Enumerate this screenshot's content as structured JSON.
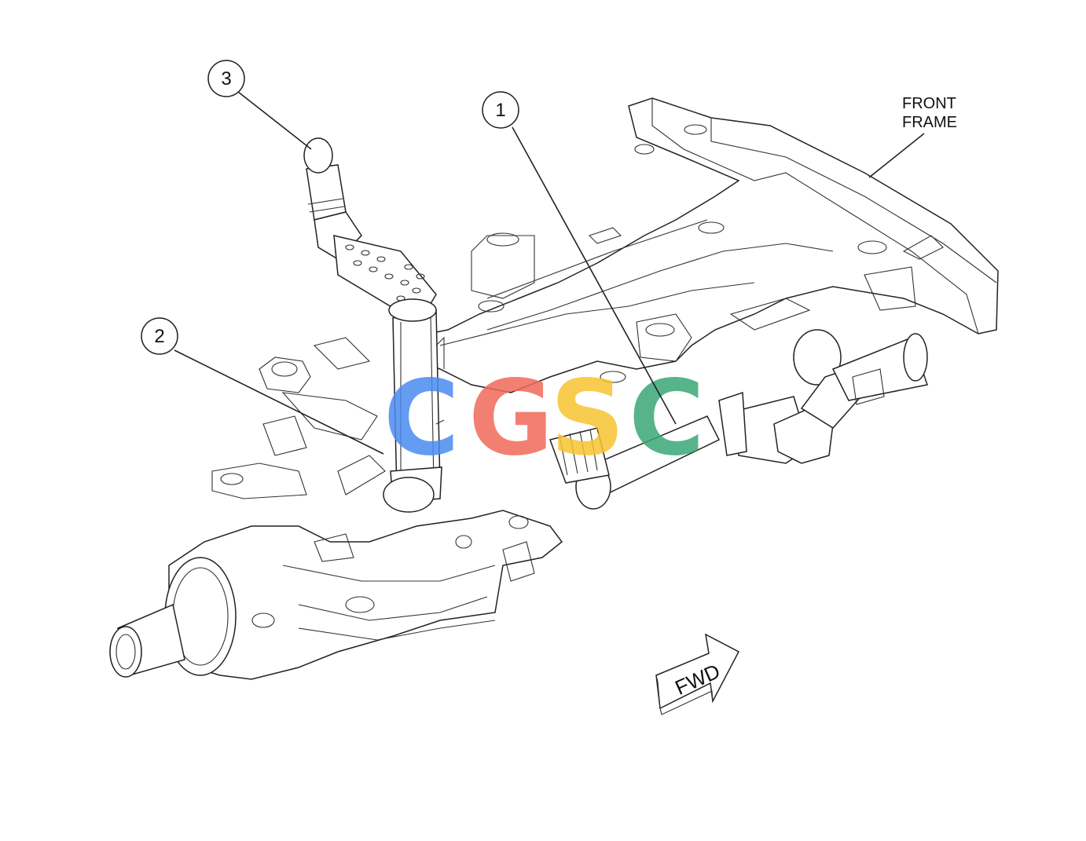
{
  "callouts": [
    {
      "number": "1"
    },
    {
      "number": "2"
    },
    {
      "number": "3"
    }
  ],
  "front_frame_label": {
    "line1": "FRONT",
    "line2": "FRAME"
  },
  "fwd_arrow_label": "FWD",
  "watermark": {
    "letters": [
      "C",
      "G",
      "S",
      "C"
    ],
    "colors": [
      "#4a8bf0",
      "#f06a5a",
      "#f7c430",
      "#3aa876"
    ]
  }
}
